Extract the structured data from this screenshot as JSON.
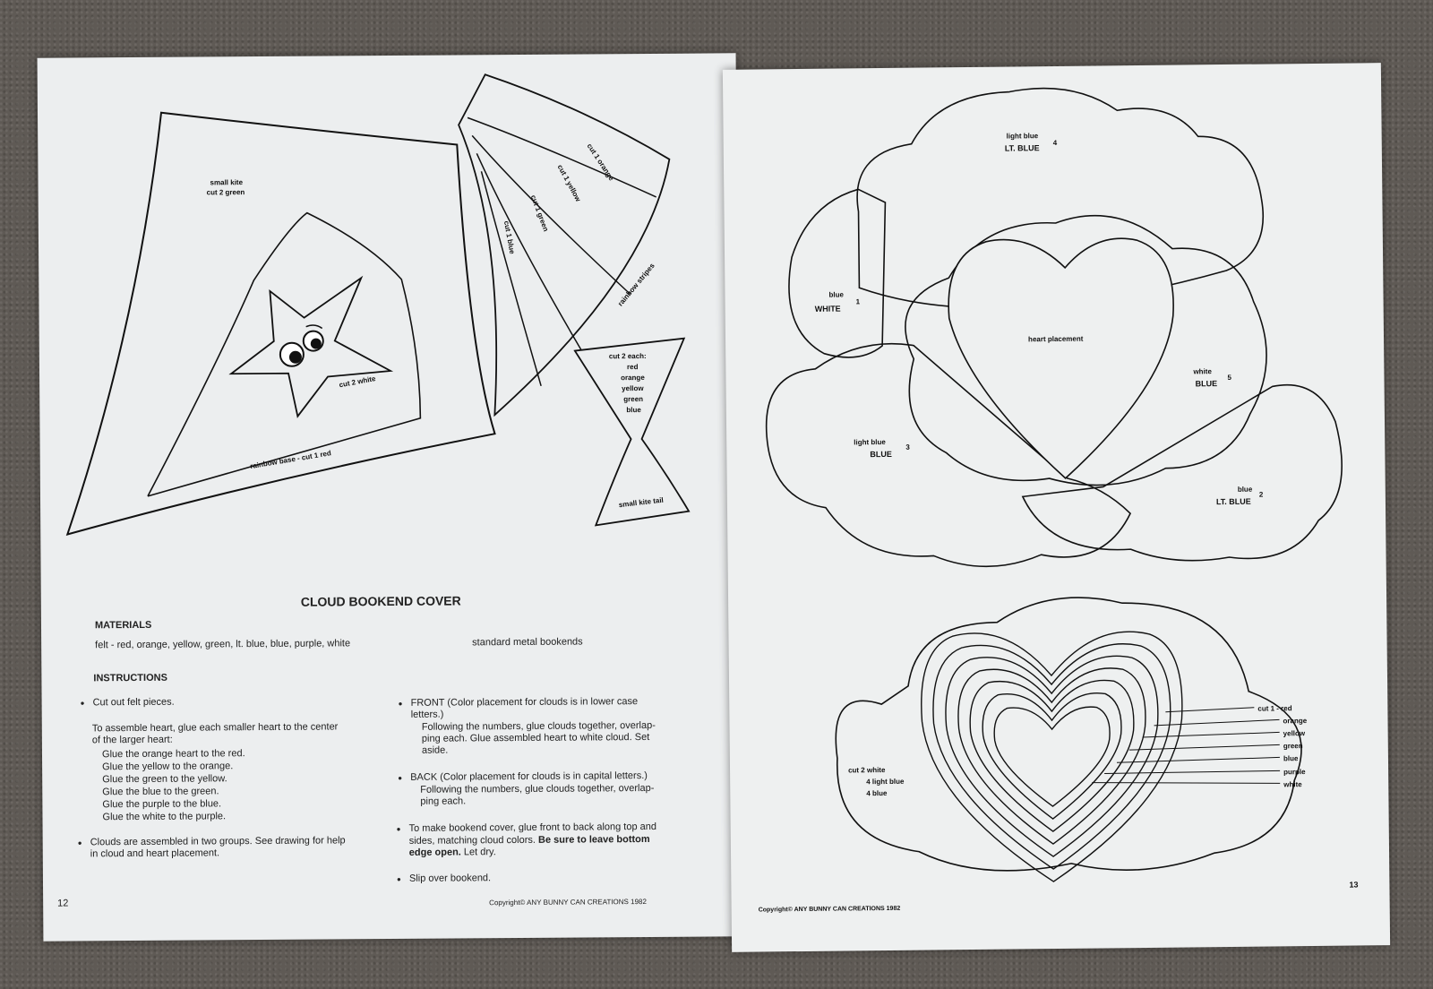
{
  "left_page": {
    "labels": {
      "small_kite": "small kite",
      "small_kite_cut": "cut 2 green",
      "star_cut": "cut 2 white",
      "rainbow_base": "rainbow base - cut 1 red",
      "stripe_orange": "cut 1 orange",
      "stripe_yellow": "cut 1 yellow",
      "stripe_green": "cut 1 green",
      "stripe_blue": "cut 1 blue",
      "rainbow_stripes": "rainbow stripes",
      "tail_cut": "cut 2 each:",
      "tail_colors": [
        "red",
        "orange",
        "yellow",
        "green",
        "blue"
      ],
      "small_kite_tail": "small kite tail"
    },
    "title": "CLOUD BOOKEND COVER",
    "materials_heading": "MATERIALS",
    "materials_felt": "felt - red, orange, yellow, green, lt. blue, blue, purple, white",
    "materials_bookends": "standard metal bookends",
    "instructions_heading": "INSTRUCTIONS",
    "col1": {
      "cut_out": "Cut out felt pieces.",
      "assemble_1": "To assemble heart, glue each smaller heart to the center",
      "assemble_2": "of the larger heart:",
      "glue_steps": [
        "Glue the orange heart to the red.",
        "Glue the yellow to the orange.",
        "Glue the green to the yellow.",
        "Glue the blue to the green.",
        "Glue the purple to the blue.",
        "Glue the white to the purple."
      ],
      "clouds_1": "Clouds are assembled in two groups. See drawing for help",
      "clouds_2": "in cloud and heart placement."
    },
    "col2": {
      "front_1": "FRONT (Color placement for clouds is in lower case",
      "front_2": "letters.)",
      "front_3": "Following the numbers, glue clouds together, overlap-",
      "front_4": "ping each.  Glue assembled heart to white cloud.  Set",
      "front_5": "aside.",
      "back_1": "BACK (Color placement for clouds is in capital letters.)",
      "back_2": "Following the numbers, glue clouds together, overlap-",
      "back_3": "ping each.",
      "cover_1": "To make bookend cover, glue front to back along top and",
      "cover_2a": "sides, matching cloud colors. ",
      "cover_2b": "Be sure to leave bottom",
      "cover_3a": "edge open.",
      "cover_3b": " Let dry.",
      "slip": "Slip over bookend."
    },
    "page_number": "12",
    "copyright": "Copyright©   ANY BUNNY CAN CREATIONS 1982"
  },
  "right_page": {
    "clouds": {
      "c4_lower": "light blue",
      "c4_upper": "LT. BLUE",
      "c4_num": "4",
      "c1_lower": "blue",
      "c1_upper": "WHITE",
      "c1_num": "1",
      "heart_placement": "heart placement",
      "c5_lower": "white",
      "c5_upper": "BLUE",
      "c5_num": "5",
      "c3_lower": "light blue",
      "c3_upper": "BLUE",
      "c3_num": "3",
      "c2_lower": "blue",
      "c2_upper": "LT. BLUE",
      "c2_num": "2"
    },
    "heart_cloud": {
      "cut_1": "cut 2 white",
      "cut_2": "4 light blue",
      "cut_3": "4 blue",
      "heart_labels": [
        "cut 1 - red",
        "orange",
        "yellow",
        "green",
        "blue",
        "purple",
        "white"
      ]
    },
    "page_number": "13",
    "copyright": "Copyright©    ANY BUNNY CAN CREATIONS  1982"
  }
}
